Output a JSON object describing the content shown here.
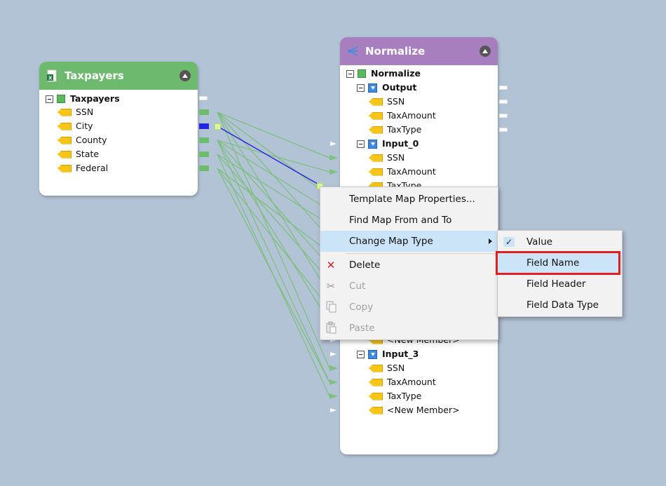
{
  "colors": {
    "canvas": "#b3c3d6",
    "taxpayers_header": "#6db96d",
    "normalize_header": "#a77fbf",
    "connector": "#7fbf7f",
    "selected_connector": "#2323e0",
    "menu_highlight": "#cce4f7",
    "callout": "#e02020"
  },
  "taxpayers": {
    "title": "Taxpayers",
    "header_icon": "excel-icon",
    "root": "Taxpayers",
    "fields": [
      "SSN",
      "City",
      "County",
      "State",
      "Federal"
    ]
  },
  "normalize": {
    "title": "Normalize",
    "header_icon": "normalize-icon",
    "root": "Normalize",
    "output": {
      "label": "Output",
      "fields": [
        "SSN",
        "TaxAmount",
        "TaxType"
      ]
    },
    "input0": {
      "label": "Input_0",
      "fields": [
        "SSN",
        "TaxAmount",
        "TaxType"
      ]
    },
    "partial_member": "<New Member>",
    "input3": {
      "label": "Input_3",
      "fields": [
        "SSN",
        "TaxAmount",
        "TaxType",
        "<New Member>"
      ]
    }
  },
  "context_menu": {
    "items": [
      {
        "label": "Template Map Properties...",
        "icon": ""
      },
      {
        "label": "Find Map From and To",
        "icon": ""
      },
      {
        "label": "Change Map Type",
        "icon": "submenu-arrow-icon"
      },
      {
        "label": "Delete",
        "icon": "delete-x-icon"
      },
      {
        "label": "Cut",
        "icon": "scissors-icon"
      },
      {
        "label": "Copy",
        "icon": "copy-icon"
      },
      {
        "label": "Paste",
        "icon": "paste-icon"
      }
    ]
  },
  "submenu": {
    "items": [
      {
        "label": "Value",
        "checked": true
      },
      {
        "label": "Field Name",
        "checked": false
      },
      {
        "label": "Field Header",
        "checked": false
      },
      {
        "label": "Field Data Type",
        "checked": false
      }
    ]
  }
}
